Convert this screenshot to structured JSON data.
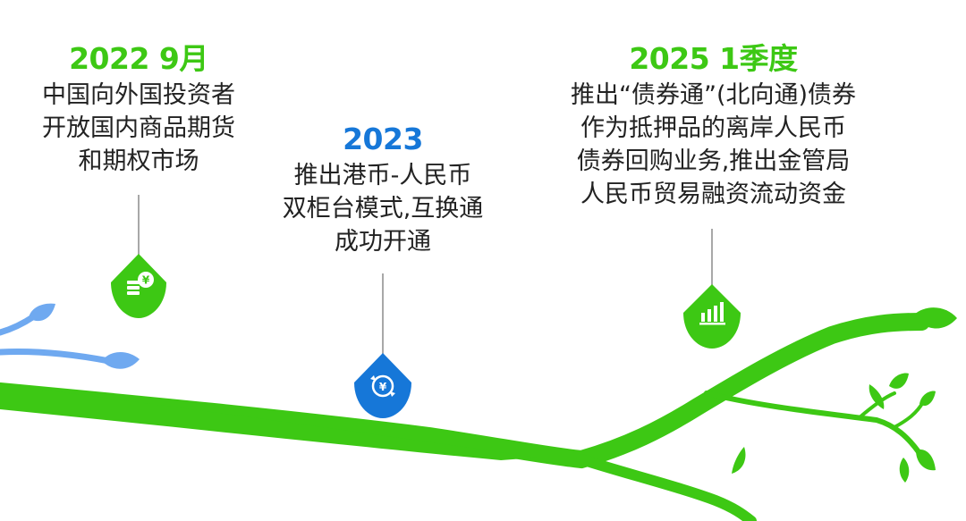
{
  "milestones": [
    {
      "date": "2022 9月",
      "lines": [
        "中国向外国投资者",
        "开放国内商品期货",
        "和期权市场"
      ],
      "color": "#3dc814",
      "icon": "coins-yen-icon"
    },
    {
      "date": "2023",
      "lines": [
        "推出港币-人民币",
        "双柜台模式,互换通",
        "成功开通"
      ],
      "color": "#1677d8",
      "icon": "currency-exchange-yen-icon"
    },
    {
      "date": "2025 1季度",
      "lines": [
        "推出“债券通”(北向通)债券",
        "作为抵押品的离岸人民币",
        "债券回购业务,推出金管局",
        "人民币贸易融资流动资金"
      ],
      "color": "#3dc814",
      "icon": "bar-chart-icon"
    }
  ],
  "colors": {
    "branch_green": "#3dc814",
    "branch_blue": "#6fa9f0",
    "connector": "#8a8a8a"
  }
}
